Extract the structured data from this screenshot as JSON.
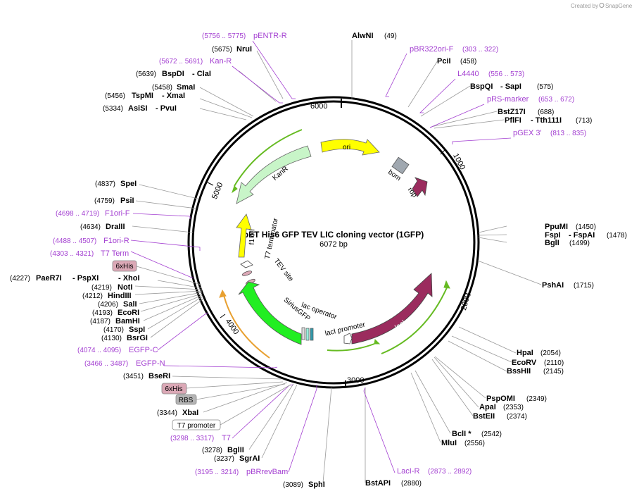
{
  "credit": {
    "prefix": "Created by",
    "brand": "SnapGene"
  },
  "map": {
    "title": "pET His6 GFP TEV LIC cloning vector (1GFP)",
    "size": "6072 bp"
  },
  "ticks": [
    "6000",
    "1000",
    "2000",
    "3000",
    "4000",
    "5000"
  ],
  "features": {
    "ori": "ori",
    "kanr": "KanR",
    "bom": "bom",
    "rop": "rop",
    "f1ori": "f1 ori",
    "t7term": "T7 terminator",
    "tev": "TEV site",
    "siriusgfp": "SiriusGFP",
    "lacop": "lac operator",
    "laciprom": "lacI promoter",
    "laci": "lacI"
  },
  "sites": {
    "alwni": {
      "name": "AlwNI",
      "pos": "(49)"
    },
    "nrui": {
      "name": "NruI",
      "pos": "(5675)"
    },
    "bspdi": {
      "name": "BspDI",
      "name2": "- ClaI",
      "pos": "(5639)"
    },
    "smai": {
      "name": "SmaI",
      "pos": "(5458)"
    },
    "tspmi": {
      "name": "TspMI",
      "name2": "- XmaI",
      "pos": "(5456)"
    },
    "asisi": {
      "name": "AsiSI",
      "name2": "- PvuI",
      "pos": "(5334)"
    },
    "pcii": {
      "name": "PciI",
      "pos": "(458)"
    },
    "bspqi": {
      "name": "BspQI",
      "name2": "- SapI",
      "pos": "(575)"
    },
    "bstz17i": {
      "name": "BstZ17I",
      "pos": "(688)"
    },
    "pflfi": {
      "name": "PflFI",
      "name2": "- Tth111I",
      "pos": "(713)"
    },
    "spei": {
      "name": "SpeI",
      "pos": "(4837)"
    },
    "psii": {
      "name": "PsiI",
      "pos": "(4759)"
    },
    "draiii": {
      "name": "DraIII",
      "pos": "(4634)"
    },
    "paer7i": {
      "name": "PaeR7I",
      "name2": "- PspXI",
      "name3": "- XhoI",
      "pos": "(4227)"
    },
    "noti": {
      "name": "NotI",
      "pos": "(4219)"
    },
    "hindiii": {
      "name": "HindIII",
      "pos": "(4212)"
    },
    "sali": {
      "name": "SalI",
      "pos": "(4206)"
    },
    "ecori": {
      "name": "EcoRI",
      "pos": "(4193)"
    },
    "bamhi": {
      "name": "BamHI",
      "pos": "(4187)"
    },
    "sspi": {
      "name": "SspI",
      "pos": "(4170)"
    },
    "bsrgi": {
      "name": "BsrGI",
      "pos": "(4130)"
    },
    "bseri": {
      "name": "BseRI",
      "pos": "(3451)"
    },
    "xbai": {
      "name": "XbaI",
      "pos": "(3344)"
    },
    "bglii": {
      "name": "BglII",
      "pos": "(3278)"
    },
    "sgrai": {
      "name": "SgrAI",
      "pos": "(3237)"
    },
    "sphi": {
      "name": "SphI",
      "pos": "(3089)"
    },
    "bstapi": {
      "name": "BstAPI",
      "pos": "(2880)"
    },
    "ppumi": {
      "name": "PpuMI",
      "pos": "(1450)"
    },
    "fspi": {
      "name": "FspI",
      "name2": "- FspAI",
      "pos": "(1478)"
    },
    "bgli": {
      "name": "BglI",
      "pos": "(1499)"
    },
    "pshai": {
      "name": "PshAI",
      "pos": "(1715)"
    },
    "hpai": {
      "name": "HpaI",
      "pos": "(2054)"
    },
    "ecorv": {
      "name": "EcoRV",
      "pos": "(2110)"
    },
    "bsshii": {
      "name": "BssHII",
      "pos": "(2145)"
    },
    "pspomi": {
      "name": "PspOMI",
      "pos": "(2349)"
    },
    "apai": {
      "name": "ApaI",
      "pos": "(2353)"
    },
    "bsteii": {
      "name": "BstEII",
      "pos": "(2374)"
    },
    "bcli": {
      "name": "BclI *",
      "pos": "(2542)"
    },
    "mlui": {
      "name": "MluI",
      "pos": "(2556)"
    }
  },
  "primers": {
    "pentr": {
      "name": "pENTR-R",
      "pos": "(5756 .. 5775)"
    },
    "kanr": {
      "name": "Kan-R",
      "pos": "(5672 .. 5691)"
    },
    "pbr322": {
      "name": "pBR322ori-F",
      "pos": "(303 .. 322)"
    },
    "l4440": {
      "name": "L4440",
      "pos": "(556 .. 573)"
    },
    "prs": {
      "name": "pRS-marker",
      "pos": "(653 .. 672)"
    },
    "pgex": {
      "name": "pGEX 3'",
      "pos": "(813 .. 835)"
    },
    "f1orif": {
      "name": "F1ori-F",
      "pos": "(4698 .. 4719)"
    },
    "f1orir": {
      "name": "F1ori-R",
      "pos": "(4488 .. 4507)"
    },
    "t7term": {
      "name": "T7 Term",
      "pos": "(4303 .. 4321)"
    },
    "egfpc": {
      "name": "EGFP-C",
      "pos": "(4074 .. 4095)"
    },
    "egfpn": {
      "name": "EGFP-N",
      "pos": "(3466 .. 3487)"
    },
    "t7": {
      "name": "T7",
      "pos": "(3298 .. 3317)"
    },
    "pbrrev": {
      "name": "pBRrevBam",
      "pos": "(3195 .. 3214)"
    },
    "lacir": {
      "name": "LacI-R",
      "pos": "(2873 .. 2892)"
    }
  },
  "boxes": {
    "his_top": "6xHis",
    "his_bottom": "6xHis",
    "rbs": "RBS",
    "t7prom": "T7 promoter"
  },
  "colors": {
    "primer": "#a33fd1",
    "ori": "#ffff00",
    "kanr": "#c8f5c8",
    "gfp": "#22ee22",
    "laci": "#9b2c5e",
    "bom": "#a0a8b0",
    "his": "#dba8b6",
    "rbs": "#b4b4b4",
    "orf": "#66bb22",
    "egfp": "#e8a030"
  }
}
